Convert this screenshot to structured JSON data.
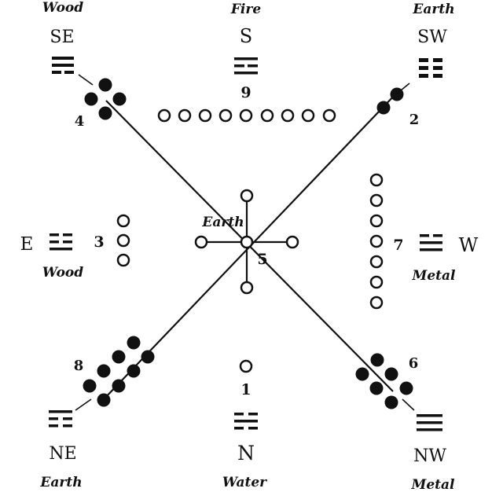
{
  "colors": {
    "ink": "#111111",
    "paper": "#ffffff"
  },
  "center": {
    "label": "Earth",
    "number": "5"
  },
  "directions": {
    "se": {
      "element": "Wood",
      "dir": "SE",
      "number": "4",
      "trigram": "trigram-se-icon",
      "dots": 4
    },
    "s": {
      "element": "Fire",
      "dir": "S",
      "number": "9",
      "trigram": "trigram-s-icon",
      "dots": 9
    },
    "sw": {
      "element": "Earth",
      "dir": "SW",
      "number": "2",
      "trigram": "trigram-sw-icon",
      "dots": 2
    },
    "e": {
      "element": "Wood",
      "dir": "E",
      "number": "3",
      "trigram": "trigram-e-icon",
      "dots": 3
    },
    "w": {
      "element": "Metal",
      "dir": "W",
      "number": "7",
      "trigram": "trigram-w-icon",
      "dots": 7
    },
    "ne": {
      "element": "Earth",
      "dir": "NE",
      "number": "8",
      "trigram": "trigram-ne-icon",
      "dots": 8
    },
    "n": {
      "element": "Water",
      "dir": "N",
      "number": "1",
      "trigram": "trigram-n-icon",
      "dots": 1
    },
    "nw": {
      "element": "Metal",
      "dir": "NW",
      "number": "6",
      "trigram": "trigram-nw-icon",
      "dots": 6
    }
  }
}
